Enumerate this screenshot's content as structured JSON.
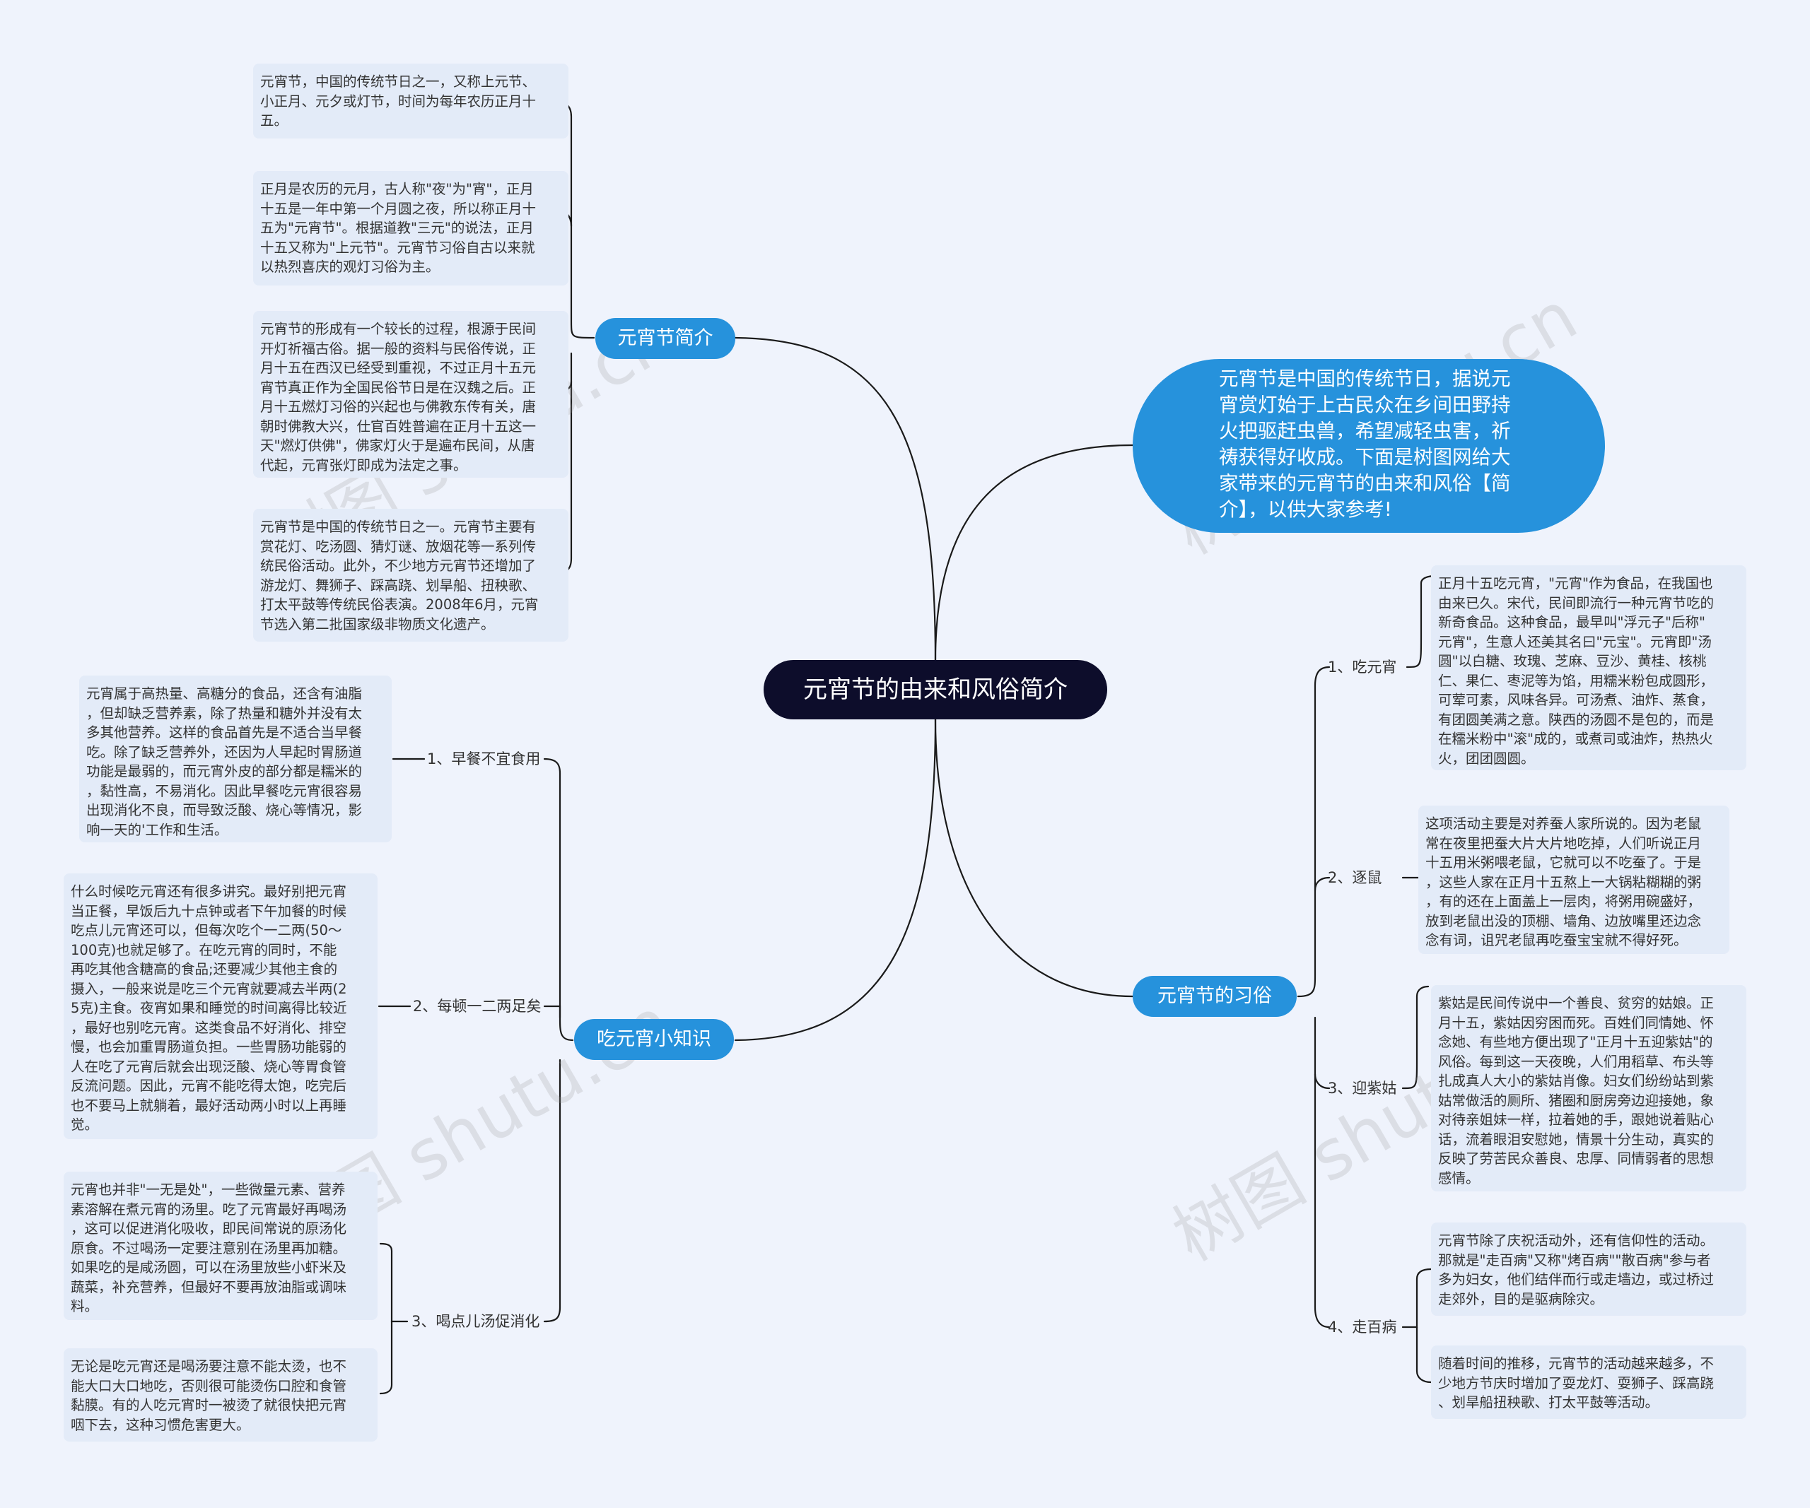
{
  "root": {
    "label": "元宵节的由来和风俗简介"
  },
  "intro": {
    "text": "元宵节是中国的传统节日，据说元\n宵赏灯始于上古民众在乡间田野持\n火把驱赶虫兽，希望减轻虫害，祈\n祷获得好收成。下面是树图网给大\n家带来的元宵节的由来和风俗【简\n介】，以供大家参考!"
  },
  "branch_intro": {
    "label": "元宵节简介",
    "notes": [
      "元宵节，中国的传统节日之一，又称上元节、\n小正月、元夕或灯节，时间为每年农历正月十\n五。",
      "正月是农历的元月，古人称\"夜\"为\"宵\"，正月\n十五是一年中第一个月圆之夜，所以称正月十\n五为\"元宵节\"。根据道教\"三元\"的说法，正月\n十五又称为\"上元节\"。元宵节习俗自古以来就\n以热烈喜庆的观灯习俗为主。",
      "元宵节的形成有一个较长的过程，根源于民间\n开灯祈福古俗。据一般的资料与民俗传说，正\n月十五在西汉已经受到重视，不过正月十五元\n宵节真正作为全国民俗节日是在汉魏之后。正\n月十五燃灯习俗的兴起也与佛教东传有关，唐\n朝时佛教大兴，仕官百姓普遍在正月十五这一\n天\"燃灯供佛\"，佛家灯火于是遍布民间，从唐\n代起，元宵张灯即成为法定之事。",
      "元宵节是中国的传统节日之一。元宵节主要有\n赏花灯、吃汤圆、猜灯谜、放烟花等一系列传\n统民俗活动。此外，不少地方元宵节还增加了\n游龙灯、舞狮子、踩高跷、划旱船、扭秧歌、\n打太平鼓等传统民俗表演。2008年6月，元宵\n节选入第二批国家级非物质文化遗产。"
    ]
  },
  "branch_tips": {
    "label": "吃元宵小知识",
    "items": [
      {
        "label": "1、早餐不宜食用",
        "notes": [
          "元宵属于高热量、高糖分的食品，还含有油脂\n，但却缺乏营养素，除了热量和糖外并没有太\n多其他营养。这样的食品首先是不适合当早餐\n吃。除了缺乏营养外，还因为人早起时胃肠道\n功能是最弱的，而元宵外皮的部分都是糯米的\n，黏性高，不易消化。因此早餐吃元宵很容易\n出现消化不良，而导致泛酸、烧心等情况，影\n响一天的'工作和生活。"
        ]
      },
      {
        "label": "2、每顿一二两足矣",
        "notes": [
          "什么时候吃元宵还有很多讲究。最好别把元宵\n当正餐，早饭后九十点钟或者下午加餐的时候\n吃点儿元宵还可以，但每次吃个一二两(50～\n100克)也就足够了。在吃元宵的同时，不能\n再吃其他含糖高的食品;还要减少其他主食的\n摄入，一般来说是吃三个元宵就要减去半两(2\n5克)主食。夜宵如果和睡觉的时间离得比较近\n，最好也别吃元宵。这类食品不好消化、排空\n慢，也会加重胃肠道负担。一些胃肠功能弱的\n人在吃了元宵后就会出现泛酸、烧心等胃食管\n反流问题。因此，元宵不能吃得太饱，吃完后\n也不要马上就躺着，最好活动两小时以上再睡\n觉。"
        ]
      },
      {
        "label": "3、喝点儿汤促消化",
        "notes": [
          "元宵也并非\"一无是处\"，一些微量元素、营养\n素溶解在煮元宵的汤里。吃了元宵最好再喝汤\n，这可以促进消化吸收，即民间常说的原汤化\n原食。不过喝汤一定要注意别在汤里再加糖。\n如果吃的是咸汤圆，可以在汤里放些小虾米及\n蔬菜，补充营养，但最好不要再放油脂或调味\n料。",
          "无论是吃元宵还是喝汤要注意不能太烫，也不\n能大口大口地吃，否则很可能烫伤口腔和食管\n黏膜。有的人吃元宵时一被烫了就很快把元宵\n咽下去，这种习惯危害更大。"
        ]
      }
    ]
  },
  "branch_customs": {
    "label": "元宵节的习俗",
    "items": [
      {
        "label": "1、吃元宵",
        "notes": [
          "正月十五吃元宵，\"元宵\"作为食品，在我国也\n由来已久。宋代，民间即流行一种元宵节吃的\n新奇食品。这种食品，最早叫\"浮元子\"后称\"\n元宵\"，生意人还美其名曰\"元宝\"。元宵即\"汤\n圆\"以白糖、玫瑰、芝麻、豆沙、黄桂、核桃\n仁、果仁、枣泥等为馅，用糯米粉包成圆形，\n可荤可素，风味各异。可汤煮、油炸、蒸食，\n有团圆美满之意。陕西的汤圆不是包的，而是\n在糯米粉中\"滚\"成的，或煮司或油炸，热热火\n火，团团圆圆。"
        ]
      },
      {
        "label": "2、逐鼠",
        "notes": [
          "这项活动主要是对养蚕人家所说的。因为老鼠\n常在夜里把蚕大片大片地吃掉，人们听说正月\n十五用米粥喂老鼠，它就可以不吃蚕了。于是\n，这些人家在正月十五熬上一大锅粘糊糊的粥\n，有的还在上面盖上一层肉，将粥用碗盛好，\n放到老鼠出没的顶棚、墙角、边放嘴里还边念\n念有词，诅咒老鼠再吃蚕宝宝就不得好死。"
        ]
      },
      {
        "label": "3、迎紫姑",
        "notes": [
          "紫姑是民间传说中一个善良、贫穷的姑娘。正\n月十五，紫姑因穷困而死。百姓们同情她、怀\n念她、有些地方便出现了\"正月十五迎紫姑\"的\n风俗。每到这一天夜晚，人们用稻草、布头等\n扎成真人大小的紫姑肖像。妇女们纷纷站到紫\n姑常做活的厕所、猪圈和厨房旁边迎接她，象\n对待亲姐妹一样，拉着她的手，跟她说着贴心\n话，流着眼泪安慰她，情景十分生动，真实的\n反映了劳苦民众善良、忠厚、同情弱者的思想\n感情。"
        ]
      },
      {
        "label": "4、走百病",
        "notes": [
          "元宵节除了庆祝活动外，还有信仰性的活动。\n那就是\"走百病\"又称\"烤百病\"\"散百病\"参与者\n多为妇女，他们结伴而行或走墙边，或过桥过\n走郊外，目的是驱病除灾。",
          "随着时间的推移，元宵节的活动越来越多，不\n少地方节庆时增加了耍龙灯、耍狮子、踩高跷\n、划旱船扭秧歌、打太平鼓等活动。"
        ]
      }
    ]
  },
  "watermark": {
    "text": "树图 shutu.cn"
  },
  "colors": {
    "background": "#eff3fc",
    "branch": "#2692dc",
    "root": "#0d0d2b",
    "note": "#e3ebf8",
    "line": "#1a1a1a"
  }
}
